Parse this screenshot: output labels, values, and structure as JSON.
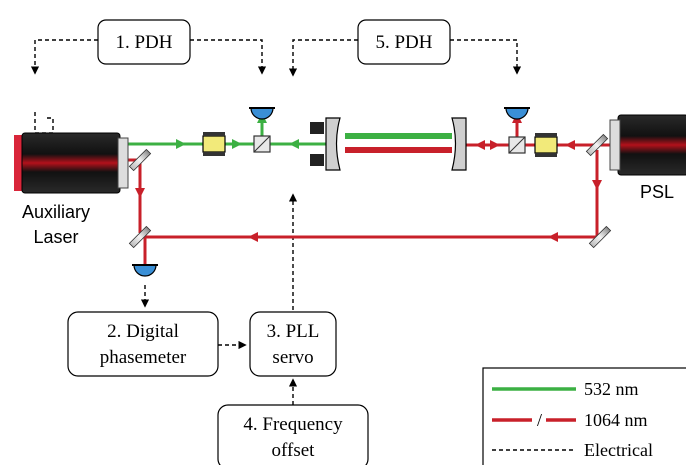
{
  "boxes": {
    "pdh1": "1. PDH",
    "pdh5": "5. PDH",
    "phasemeter_line1": "2. Digital",
    "phasemeter_line2": "phasemeter",
    "pll_line1": "3. PLL",
    "pll_line2": "servo",
    "freq_line1": "4. Frequency",
    "freq_line2": "offset"
  },
  "labels": {
    "aux_line1": "Auxiliary",
    "aux_line2": "Laser",
    "psl": "PSL"
  },
  "legend": {
    "green": "532 nm",
    "red": "1064 nm",
    "red_sep": "/",
    "electrical": "Electrical"
  },
  "colors": {
    "green_beam": "#3cb043",
    "red_beam": "#c8202a",
    "detector_blue": "#3a8fd6",
    "crystal_yellow": "#f2ea7a"
  }
}
